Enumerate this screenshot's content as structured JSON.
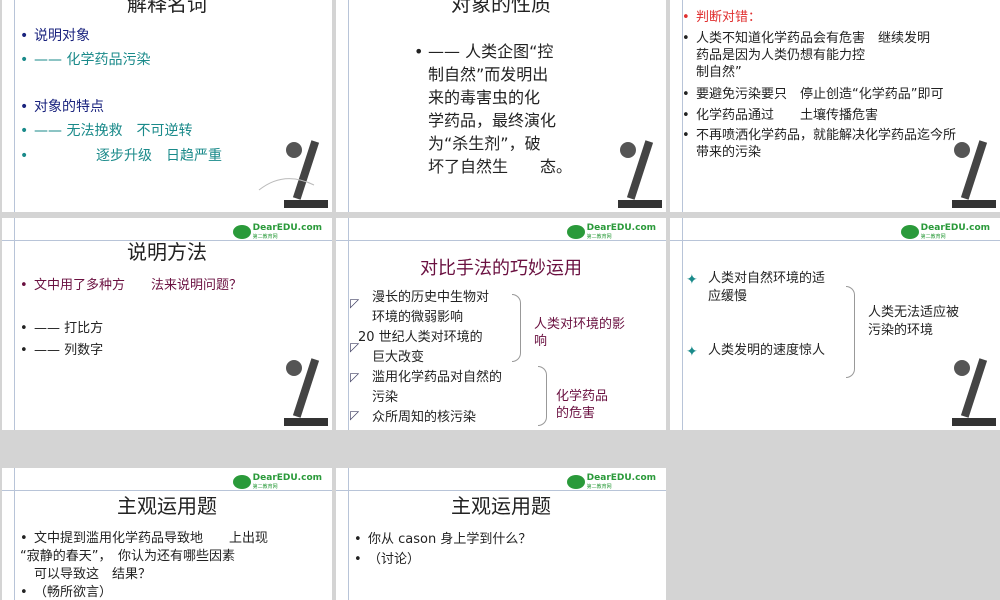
{
  "slide1": {
    "title": "解释名词",
    "bullets": [
      "说明对象",
      "—— 化学药品污染",
      "对象的特点",
      "—— 无法挽救　不可逆转",
      "逐步升级　日趋严重"
    ]
  },
  "slide2": {
    "title": "对象的性质",
    "text": [
      "—— 人类企图“控",
      "制自然”而发明出",
      "来的毒害虫的化",
      "学药品，最终演化",
      "为“杀生剂”，破",
      "坏了自然生　　态。"
    ]
  },
  "slide3": {
    "heading": "判断对错：",
    "items": [
      [
        "人类不知道化学药品会有危害　继续发明",
        "药品是因为人类仍想有能力控",
        "制自然”"
      ],
      [
        "要避免污染要只　停止创造“化学药品”即可"
      ],
      [
        "化学药品通过　　土壤传播危害"
      ],
      [
        "不再喷洒化学药品，就能解决化学药品迄今所",
        "带来的污染"
      ]
    ]
  },
  "slide4": {
    "title": "说明方法",
    "bullets": [
      "文中用了多种方　　法来说明问题？",
      "—— 打比方",
      "—— 列数字"
    ]
  },
  "slide5": {
    "title": "对比手法的巧妙运用",
    "lines": [
      "漫长的历史中生物对",
      "环境的微弱影响",
      "20 世纪人类对环境的",
      "巨大改变",
      "滥用化学药品对自然的",
      "污染",
      "众所周知的核污染"
    ],
    "brace1": "人类对环境的影响",
    "brace2": "化学药品的危害"
  },
  "slide6": {
    "items": [
      "人类对自然环境的适应缓慢",
      "人类发明的速度惊人"
    ],
    "result": "人类无法适应被污染的环境"
  },
  "slide7": {
    "title": "主观运用题",
    "bullets": [
      "文中提到滥用化学药品导致地　　上出现",
      "“寂静的春天”，　你认为还有哪些因素",
      "可以导致这　结果？",
      "（畅所欲言）"
    ]
  },
  "slide8": {
    "title": "主观运用题",
    "bullets": [
      "你从 cason 身上学到什么？",
      "（讨论）"
    ]
  },
  "logo": {
    "name": "DearEDU.com",
    "sub": "第二教育网"
  }
}
